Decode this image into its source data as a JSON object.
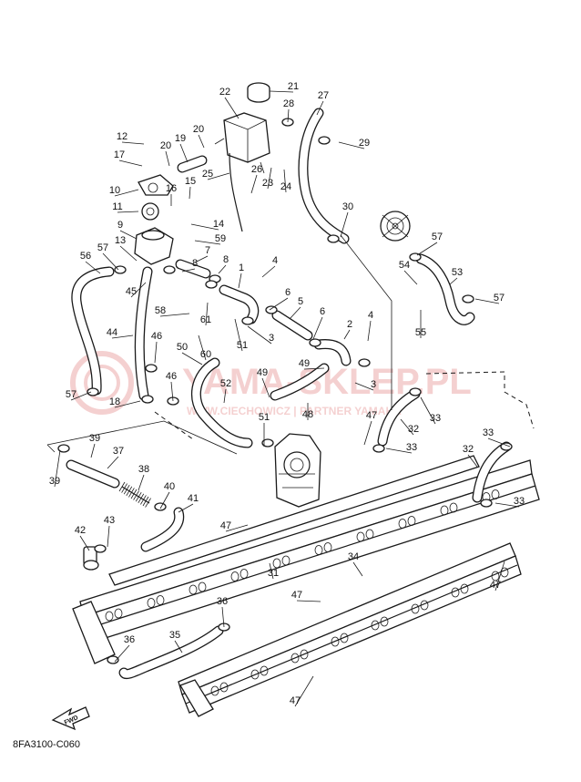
{
  "diagram": {
    "code": "8FA3100-C060",
    "fwd_label": "FWD",
    "watermark_main": "YAMA-SKLEP.PL",
    "watermark_sub": "WWW.CIECHOWICZ | PARTNER YAMAHA",
    "callouts": [
      {
        "id": "c21",
        "text": "21"
      },
      {
        "id": "c22",
        "text": "22"
      },
      {
        "id": "c27",
        "text": "27"
      },
      {
        "id": "c28",
        "text": "28"
      },
      {
        "id": "c29",
        "text": "29"
      },
      {
        "id": "c12",
        "text": "12"
      },
      {
        "id": "c20a",
        "text": "20"
      },
      {
        "id": "c19",
        "text": "19"
      },
      {
        "id": "c20b",
        "text": "20"
      },
      {
        "id": "c17",
        "text": "17"
      },
      {
        "id": "c25",
        "text": "25"
      },
      {
        "id": "c26",
        "text": "26"
      },
      {
        "id": "c23",
        "text": "23"
      },
      {
        "id": "c24",
        "text": "24"
      },
      {
        "id": "c10",
        "text": "10"
      },
      {
        "id": "c16",
        "text": "16"
      },
      {
        "id": "c15",
        "text": "15"
      },
      {
        "id": "c11",
        "text": "11"
      },
      {
        "id": "c30",
        "text": "30"
      },
      {
        "id": "c14",
        "text": "14"
      },
      {
        "id": "c9",
        "text": "9"
      },
      {
        "id": "c59",
        "text": "59"
      },
      {
        "id": "c57a",
        "text": "57"
      },
      {
        "id": "c13",
        "text": "13"
      },
      {
        "id": "c7",
        "text": "7"
      },
      {
        "id": "c57b",
        "text": "57"
      },
      {
        "id": "c56",
        "text": "56"
      },
      {
        "id": "c8a",
        "text": "8"
      },
      {
        "id": "c8b",
        "text": "8"
      },
      {
        "id": "c1",
        "text": "1"
      },
      {
        "id": "c4a",
        "text": "4"
      },
      {
        "id": "c54",
        "text": "54"
      },
      {
        "id": "c53",
        "text": "53"
      },
      {
        "id": "c45",
        "text": "45"
      },
      {
        "id": "c57c",
        "text": "57"
      },
      {
        "id": "c6a",
        "text": "6"
      },
      {
        "id": "c5",
        "text": "5"
      },
      {
        "id": "c58",
        "text": "58"
      },
      {
        "id": "c61",
        "text": "61"
      },
      {
        "id": "c6b",
        "text": "6"
      },
      {
        "id": "c4b",
        "text": "4"
      },
      {
        "id": "c2",
        "text": "2"
      },
      {
        "id": "c55",
        "text": "55"
      },
      {
        "id": "c44",
        "text": "44"
      },
      {
        "id": "c51a",
        "text": "51"
      },
      {
        "id": "c3a",
        "text": "3"
      },
      {
        "id": "c46a",
        "text": "46"
      },
      {
        "id": "c50",
        "text": "50"
      },
      {
        "id": "c60",
        "text": "60"
      },
      {
        "id": "c49a",
        "text": "49"
      },
      {
        "id": "c49b",
        "text": "49"
      },
      {
        "id": "c3b",
        "text": "3"
      },
      {
        "id": "c57d",
        "text": "57"
      },
      {
        "id": "c46b",
        "text": "46"
      },
      {
        "id": "c52",
        "text": "52"
      },
      {
        "id": "c18",
        "text": "18"
      },
      {
        "id": "c48",
        "text": "48"
      },
      {
        "id": "c33a",
        "text": "33"
      },
      {
        "id": "c47a",
        "text": "47"
      },
      {
        "id": "c32a",
        "text": "32"
      },
      {
        "id": "c51b",
        "text": "51"
      },
      {
        "id": "c33b",
        "text": "33"
      },
      {
        "id": "c39a",
        "text": "39"
      },
      {
        "id": "c37",
        "text": "37"
      },
      {
        "id": "c33c",
        "text": "33"
      },
      {
        "id": "c39b",
        "text": "39"
      },
      {
        "id": "c32b",
        "text": "32"
      },
      {
        "id": "c38",
        "text": "38"
      },
      {
        "id": "c40",
        "text": "40"
      },
      {
        "id": "c41",
        "text": "41"
      },
      {
        "id": "c33d",
        "text": "33"
      },
      {
        "id": "c47b",
        "text": "47"
      },
      {
        "id": "c42",
        "text": "42"
      },
      {
        "id": "c43",
        "text": "43"
      },
      {
        "id": "c34",
        "text": "34"
      },
      {
        "id": "c31",
        "text": "31"
      },
      {
        "id": "c47c",
        "text": "47"
      },
      {
        "id": "c47d",
        "text": "47"
      },
      {
        "id": "c36a",
        "text": "36"
      },
      {
        "id": "c35",
        "text": "35"
      },
      {
        "id": "c36b",
        "text": "36"
      },
      {
        "id": "c47e",
        "text": "47"
      }
    ]
  }
}
